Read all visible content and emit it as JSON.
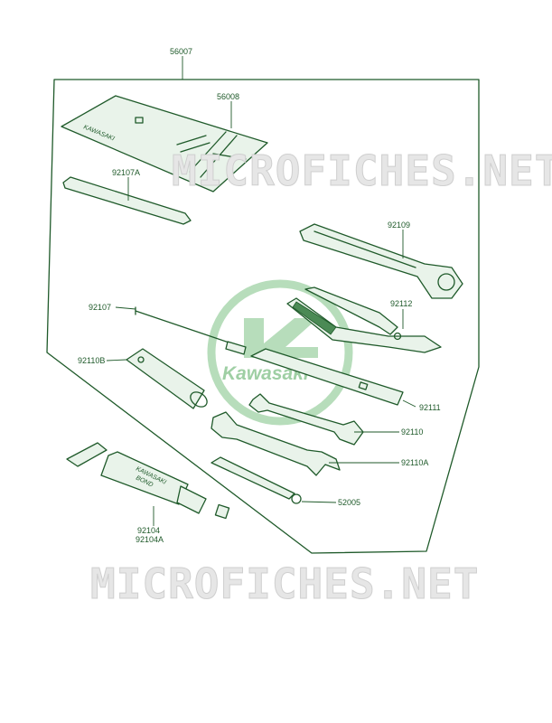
{
  "watermark": {
    "text": "MICROFICHES.NET"
  },
  "logo": {
    "text": "Kawasaki"
  },
  "tool_marks": {
    "pouch": "KAWASAKI",
    "tube": "KAWASAKI",
    "tube_sub": "BOND"
  },
  "parts": [
    {
      "id": "56007",
      "label": "56007"
    },
    {
      "id": "56008",
      "label": "56008"
    },
    {
      "id": "92107A",
      "label": "92107A"
    },
    {
      "id": "92109",
      "label": "92109"
    },
    {
      "id": "92112",
      "label": "92112"
    },
    {
      "id": "92107",
      "label": "92107"
    },
    {
      "id": "92110B",
      "label": "92110B"
    },
    {
      "id": "92111",
      "label": "92111"
    },
    {
      "id": "92110",
      "label": "92110"
    },
    {
      "id": "92110A",
      "label": "92110A"
    },
    {
      "id": "52005",
      "label": "52005"
    },
    {
      "id": "92104",
      "label": "92104"
    },
    {
      "id": "92104A",
      "label": "92104A"
    }
  ],
  "colors": {
    "ink": "#1f5a2a",
    "logo": "#9fcfa4",
    "watermark": "#cfcfcf"
  }
}
